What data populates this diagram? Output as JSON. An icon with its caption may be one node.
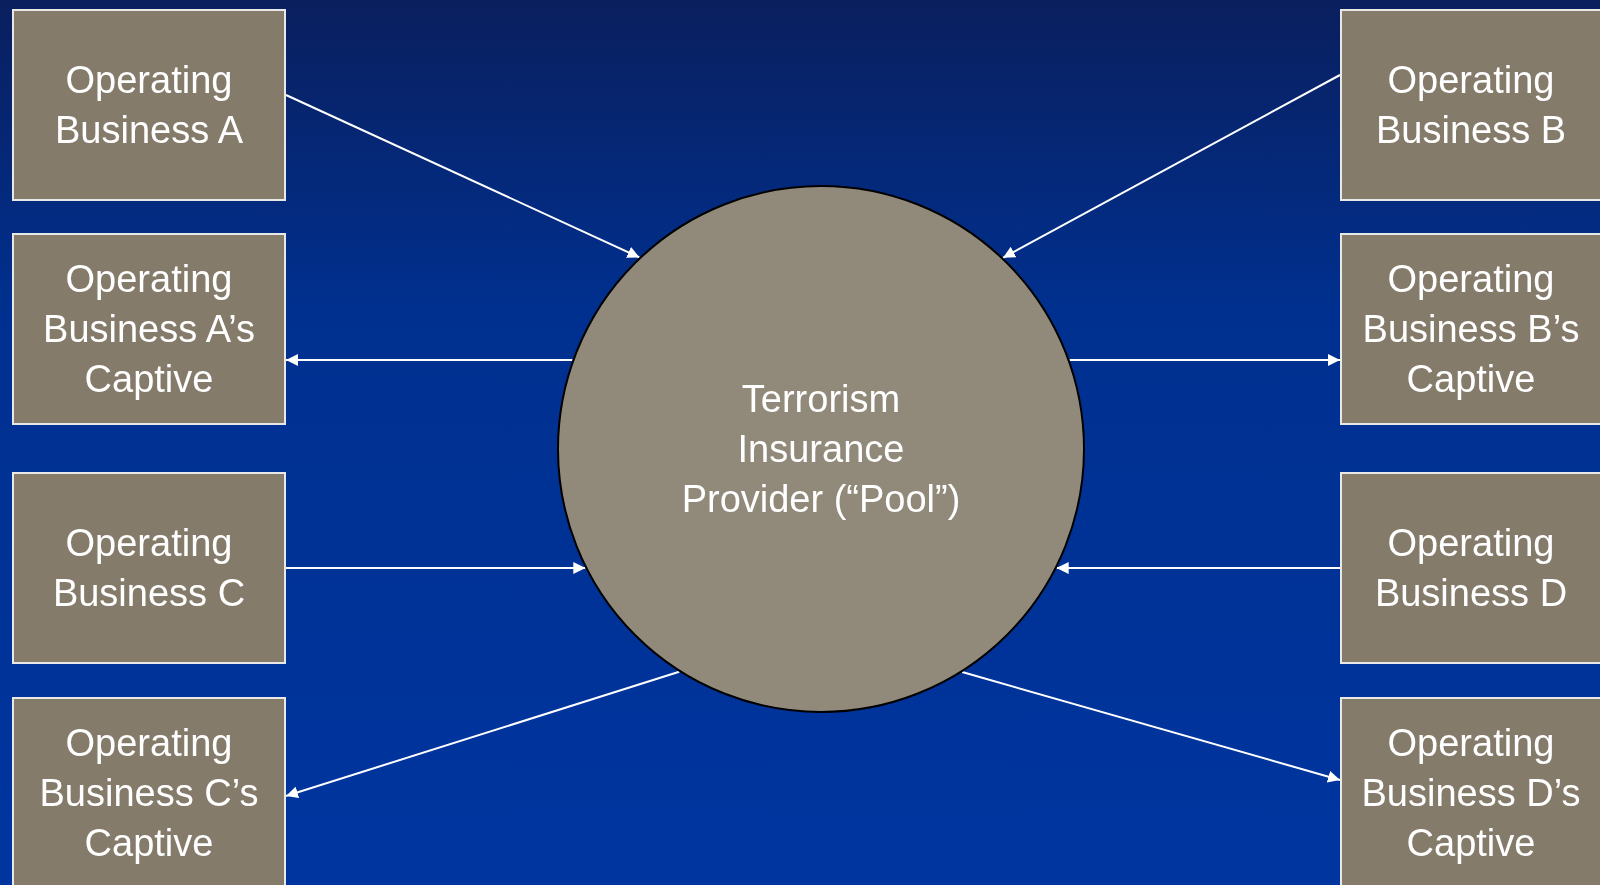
{
  "diagram": {
    "nodes": [
      {
        "text": [
          "Operating Business A"
        ]
      },
      {
        "text": [
          "Operating Business B"
        ]
      },
      {
        "text": [
          "Operating Business A’s Captive"
        ]
      },
      {
        "text": [
          "Terrorism Insurance Provider (“Pool”)"
        ]
      },
      {
        "text": [
          "Operating Business B’s Captive"
        ]
      },
      {
        "text": [
          "Operating Business C"
        ]
      },
      {
        "text": [
          "Operating Business D"
        ]
      },
      {
        "text": [
          "Operating Business C’s Captive"
        ]
      },
      {
        "text": [
          "Operating Business D’s Captive"
        ]
      }
    ],
    "edges": [
      {
        "from": 0,
        "to": 3,
        "arrow": "to"
      },
      {
        "from": 1,
        "to": 3,
        "arrow": "to"
      },
      {
        "from": 3,
        "to": 2,
        "arrow": "to"
      },
      {
        "from": 3,
        "to": 4,
        "arrow": "to"
      },
      {
        "from": 5,
        "to": 3,
        "arrow": "to"
      },
      {
        "from": 6,
        "to": 3,
        "arrow": "to"
      },
      {
        "from": 3,
        "to": 7,
        "arrow": "to"
      },
      {
        "from": 3,
        "to": 8,
        "arrow": "to"
      }
    ]
  }
}
